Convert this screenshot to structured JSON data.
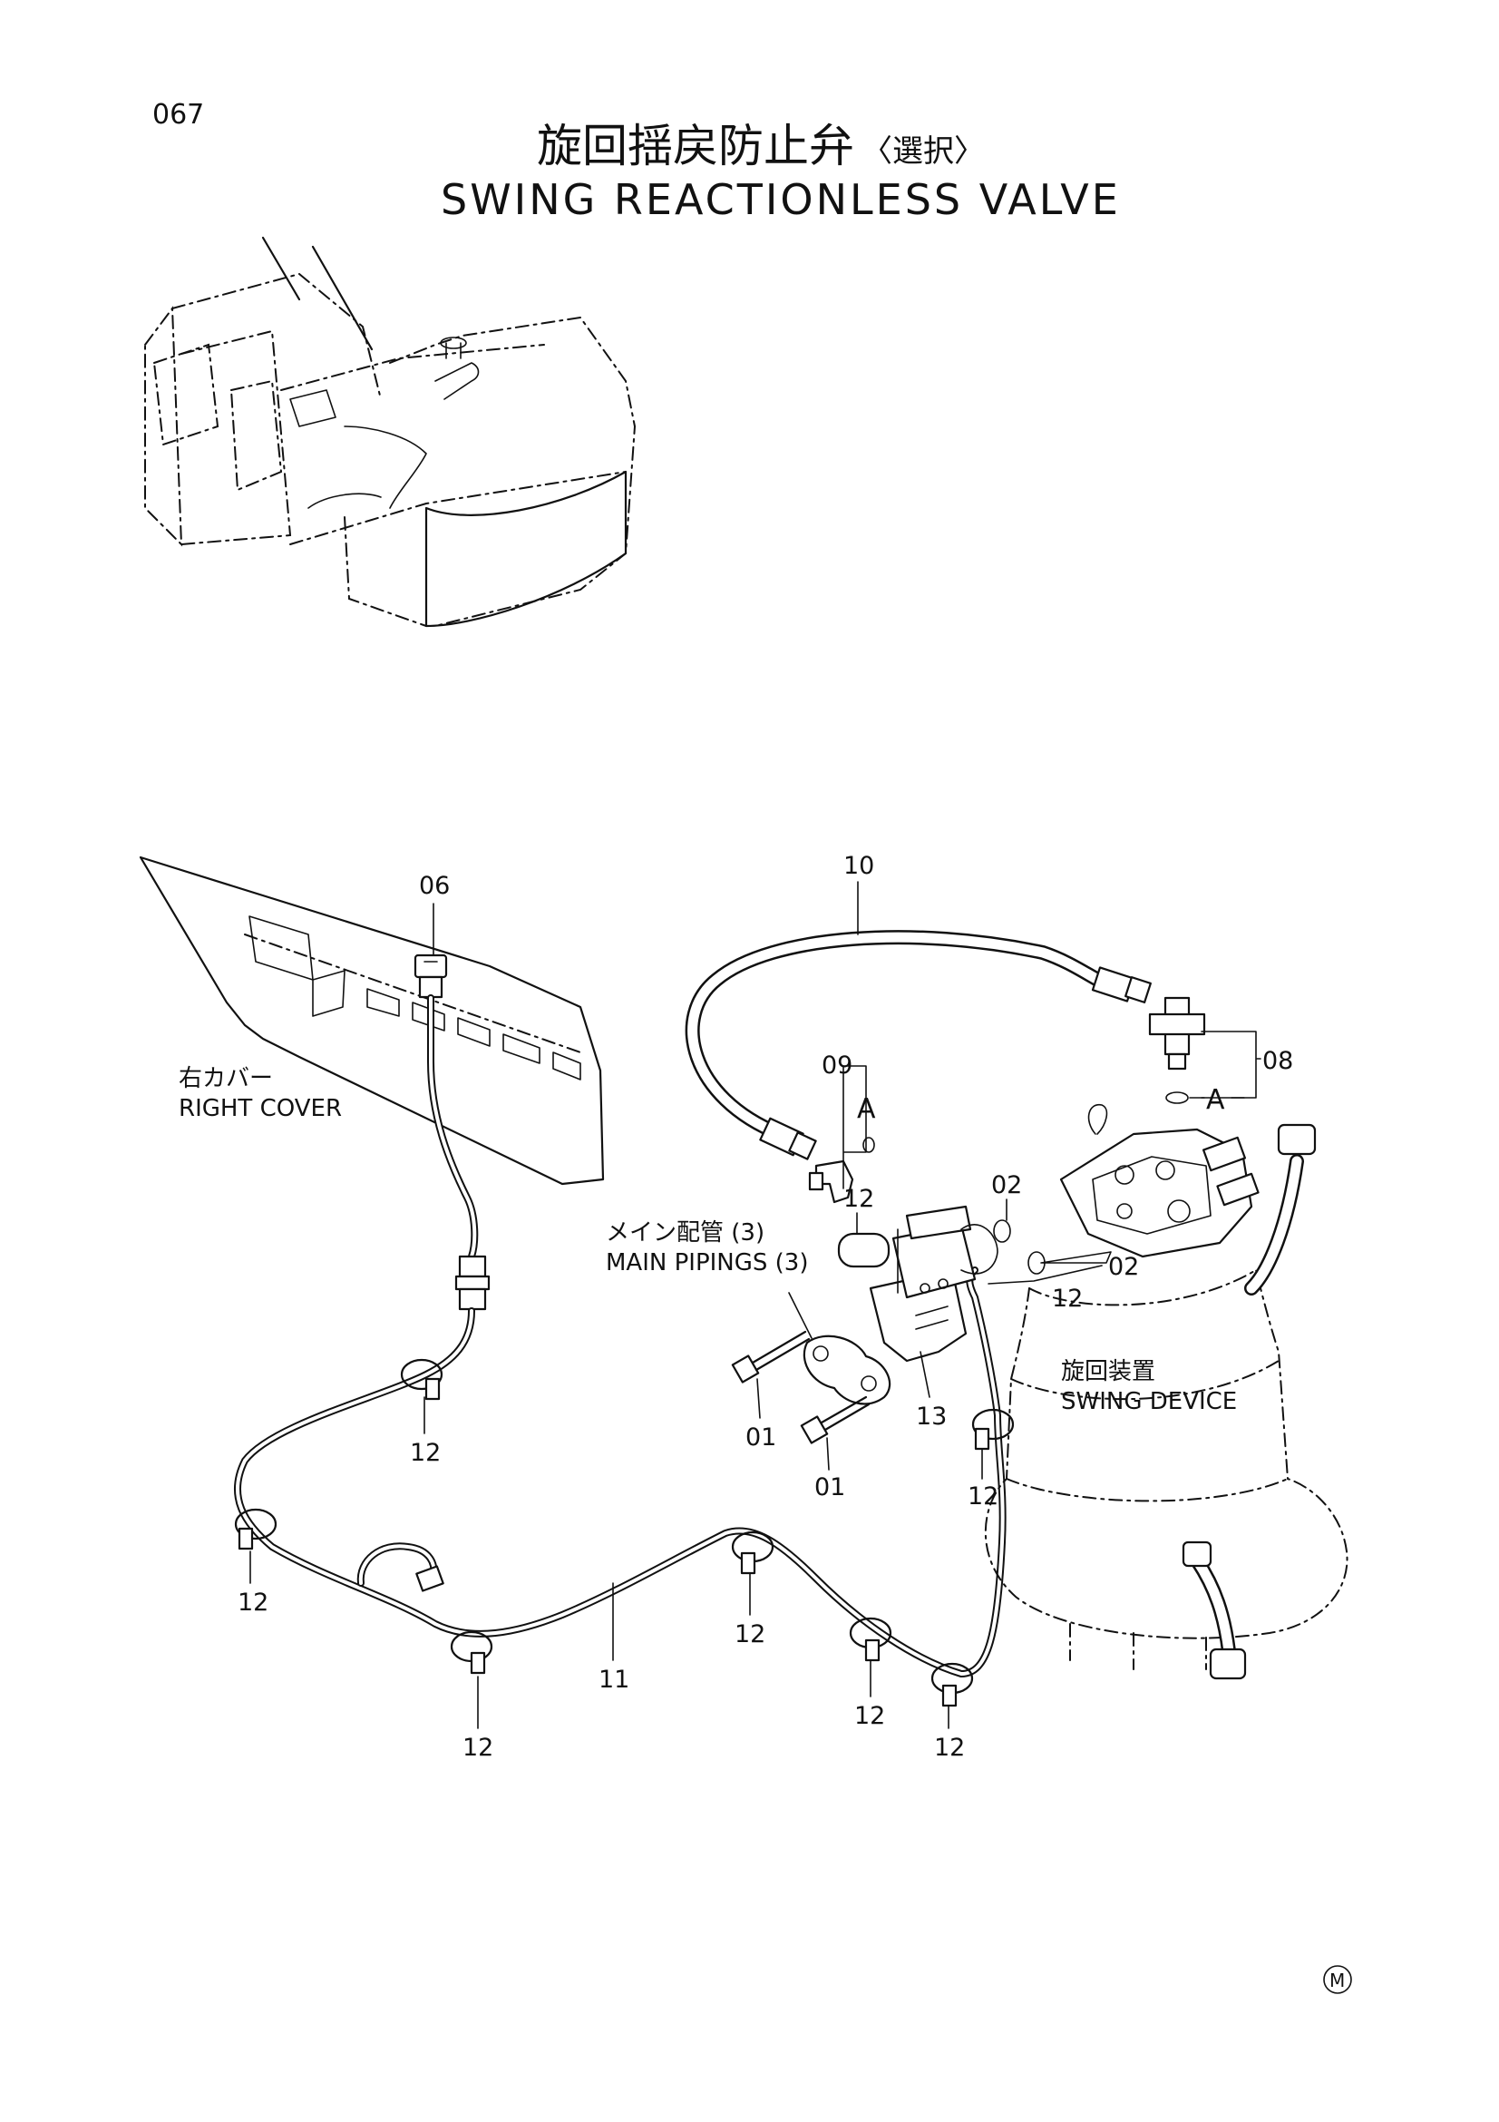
{
  "page_number": "067",
  "title_jp": "旋回揺戻防止弁",
  "title_jp_sub": "〈選択〉",
  "title_en": "SWING REACTIONLESS VALVE",
  "labels": {
    "right_cover_jp": "右カバー",
    "right_cover_en": "RIGHT COVER",
    "main_pipings_jp": "メイン配管 (3)",
    "main_pipings_en": "MAIN PIPINGS (3)",
    "swing_device_jp": "旋回装置",
    "swing_device_en": "SWING DEVICE",
    "detail_a": "A"
  },
  "callouts": {
    "c06": "06",
    "c10": "10",
    "c08": "08",
    "c09": "09",
    "c02a": "02",
    "c02b": "02",
    "c12_valve": "12",
    "c12_swing": "12",
    "c12_a": "12",
    "c12_b": "12",
    "c12_c": "12",
    "c12_d": "12",
    "c12_e": "12",
    "c12_f": "12",
    "c12_g": "12",
    "c11": "11",
    "c13": "13",
    "c01a": "01",
    "c01b": "01"
  },
  "footer_mark": "M"
}
